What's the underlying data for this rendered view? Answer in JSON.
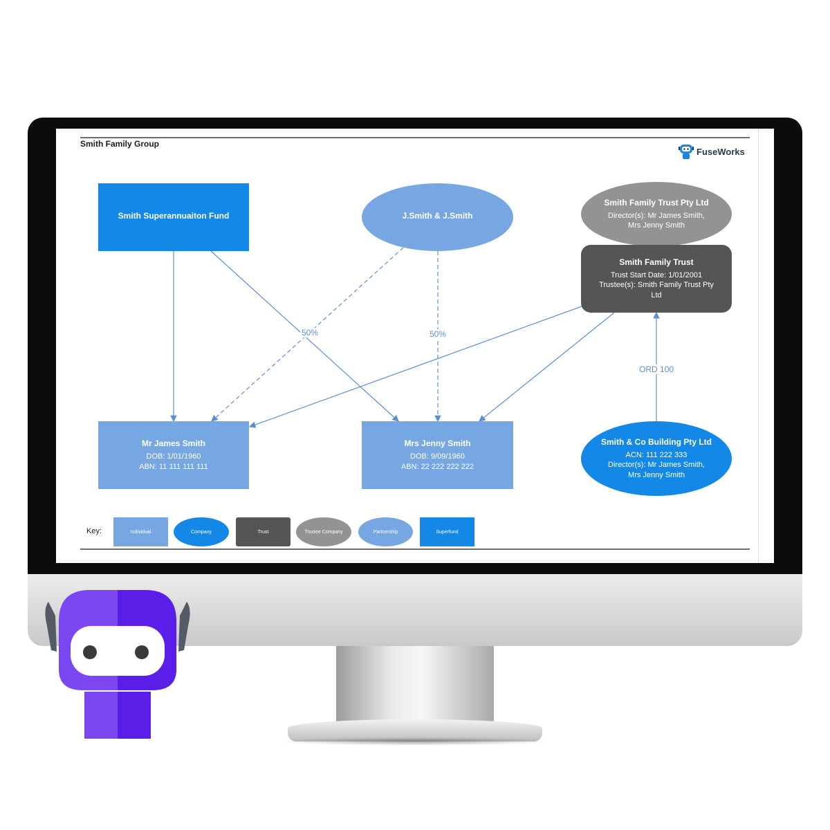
{
  "colors": {
    "individual": "#77a7e2",
    "company": "#1488e6",
    "trust": "#555555",
    "trustee_company": "#939393",
    "partnership": "#77a7e2",
    "superfund": "#1488e6",
    "edge": "#5b8fd0",
    "mascot_left": "#7b47f1",
    "mascot_right": "#5a1ee8"
  },
  "document": {
    "title": "Smith Family Group",
    "brand": "FuseWorks",
    "brand_icon": "robot-logo-icon"
  },
  "nodes": {
    "superfund": {
      "title": "Smith Superannuaiton Fund"
    },
    "partnership": {
      "title": "J.Smith & J.Smith"
    },
    "trustee_company": {
      "title": "Smith Family Trust Pty Ltd",
      "line1": "Director(s): Mr James Smith,",
      "line2": "Mrs Jenny Smith"
    },
    "trust": {
      "title": "Smith Family Trust",
      "line1": "Trust Start Date: 1/01/2001",
      "line2": "Trustee(s): Smith Family Trust Pty",
      "line3": "Ltd"
    },
    "james": {
      "title": "Mr James Smith",
      "line1": "DOB: 1/01/1960",
      "line2": "ABN: 11 111 111 111"
    },
    "jenny": {
      "title": "Mrs Jenny Smith",
      "line1": "DOB: 9/09/1960",
      "line2": "ABN: 22 222 222 222"
    },
    "company": {
      "title": "Smith & Co Building Pty Ltd",
      "line1": "ACN: 111 222 333",
      "line2": "Director(s): Mr James Smith,",
      "line3": "Mrs Jenny Smith"
    }
  },
  "edge_labels": {
    "superfund_to_jenny": "50%",
    "partnership_to_jenny": "50%",
    "company_to_trust": "ORD 100"
  },
  "key": {
    "label": "Key:",
    "items": [
      "Individual",
      "Company",
      "Trust",
      "Trustee Company",
      "Partnership",
      "Superfund"
    ]
  },
  "mascot_icon": "robot-mascot-icon"
}
